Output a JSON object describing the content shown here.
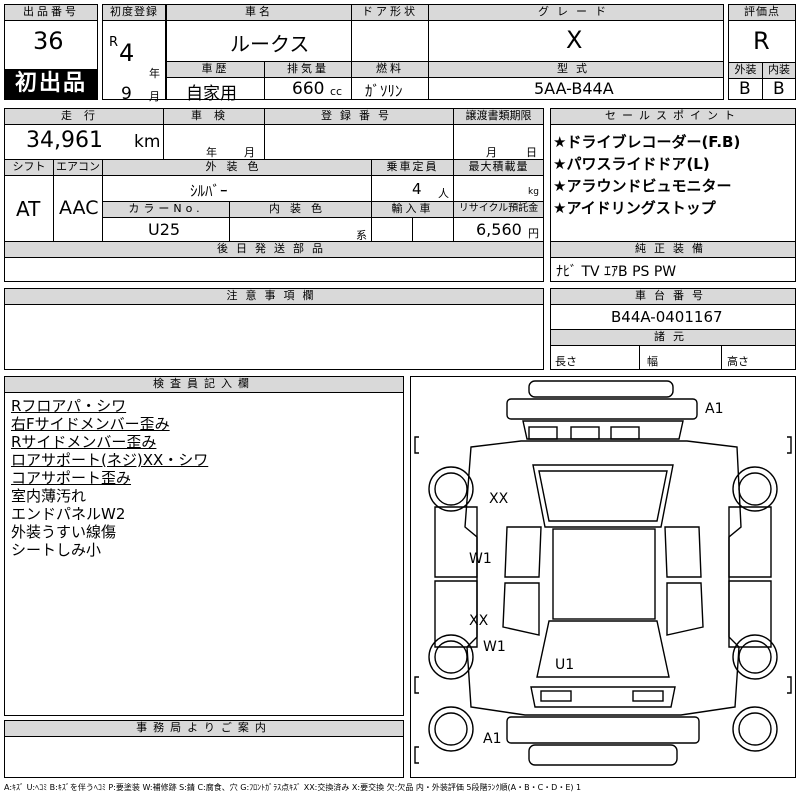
{
  "header": {
    "lot_label": "出品番号",
    "lot_value": "36",
    "first_listing": "初出品",
    "reg_label": "初度登録",
    "era": "R",
    "reg_year": "4",
    "year_unit": "年",
    "reg_month": "9",
    "month_unit": "月",
    "name_label": "車名",
    "name_value": "ルークス",
    "door_label": "ドア形状",
    "door_value": "",
    "grade_label": "グレード",
    "grade_value": "X",
    "score_label": "評価点",
    "score_value": "R",
    "history_label": "車歴",
    "history_value": "自家用",
    "displacement_label": "排気量",
    "displacement_value": "660",
    "displacement_unit": "cc",
    "fuel_label": "燃料",
    "fuel_value": "ｶﾞｿﾘﾝ",
    "model_label": "型式",
    "model_value": "5AA-B44A",
    "exterior_grade_label": "外装",
    "exterior_grade_value": "B",
    "interior_grade_label": "内装",
    "interior_grade_value": "B"
  },
  "specs": {
    "mileage_label": "走行",
    "mileage_value": "34,961",
    "mileage_unit": "km",
    "inspection_label": "車検",
    "inspection_year_unit": "年",
    "inspection_month_unit": "月",
    "registration_no_label": "登録番号",
    "registration_no_value": "",
    "transfer_label": "譲渡書類期限",
    "transfer_month_unit": "月",
    "transfer_day_unit": "日",
    "shift_label": "シフト",
    "shift_value": "AT",
    "ac_label": "エアコン",
    "ac_value": "AAC",
    "exterior_color_label": "外装色",
    "exterior_color_value": "ｼﾙﾊﾞｰ",
    "capacity_label": "乗車定員",
    "capacity_value": "4",
    "capacity_unit": "人",
    "max_load_label": "最大積載量",
    "max_load_unit": "kg",
    "color_no_label": "カラーNo.",
    "color_no_value": "U25",
    "interior_color_label": "内装色",
    "interior_color_unit": "系",
    "import_label": "輸入車",
    "recycle_label": "リサイクル預託金",
    "recycle_value": "6,560",
    "recycle_unit": "円",
    "later_parts_label": "後日発送部品",
    "later_parts_value": ""
  },
  "sales_points": {
    "label": "セールスポイント",
    "items": [
      "★ドライブレコーダー(F.B)",
      "★パワスライドドア(L)",
      "★アラウンドビュモニター",
      "★アイドリングストップ"
    ]
  },
  "equipment": {
    "label": "純正装備",
    "value": "ﾅﾋﾞ TV ｴｱB PS PW"
  },
  "notes": {
    "label": "注意事項欄",
    "value": ""
  },
  "chassis": {
    "label": "車台番号",
    "value": "B44A-0401167",
    "dims_label": "諸元",
    "length_label": "長さ",
    "width_label": "幅",
    "height_label": "高さ"
  },
  "inspector": {
    "label": "検査員記入欄",
    "lines": [
      {
        "text": "Rフロアパ・シワ",
        "underline": true
      },
      {
        "text": "右Fサイドメンバー歪み",
        "underline": true
      },
      {
        "text": "Rサイドメンバー歪み",
        "underline": true
      },
      {
        "text": "ロアサポート(ネジ)XX・シワ",
        "underline": true
      },
      {
        "text": "コアサポート歪み",
        "underline": true
      },
      {
        "text": "室内薄汚れ",
        "underline": false
      },
      {
        "text": "エンドパネルW2",
        "underline": false
      },
      {
        "text": "外装うすい線傷",
        "underline": false
      },
      {
        "text": "シートしみ小",
        "underline": false
      }
    ]
  },
  "diagram": {
    "marks": {
      "front_a1": "A1",
      "xx_upper": "XX",
      "w1_upper": "W1",
      "xx_lower": "XX",
      "w1_lower": "W1",
      "u1": "U1",
      "rear_a1": "A1"
    }
  },
  "office": {
    "label": "事務局よりご案内",
    "value": ""
  },
  "legend": "A:ｷｽﾞ U:ﾍｺﾐ B:ｷｽﾞを伴うﾍｺﾐ P:要塗装 W:補修跡 S:錆 C:腐食、穴 G:ﾌﾛﾝﾄｶﾞﾗｽ点ｷｽﾞ XX:交換済み X:要交換 欠:欠品 内・外装評価 5段階ﾗﾝｸ順(A・B・C・D・E) 1"
}
